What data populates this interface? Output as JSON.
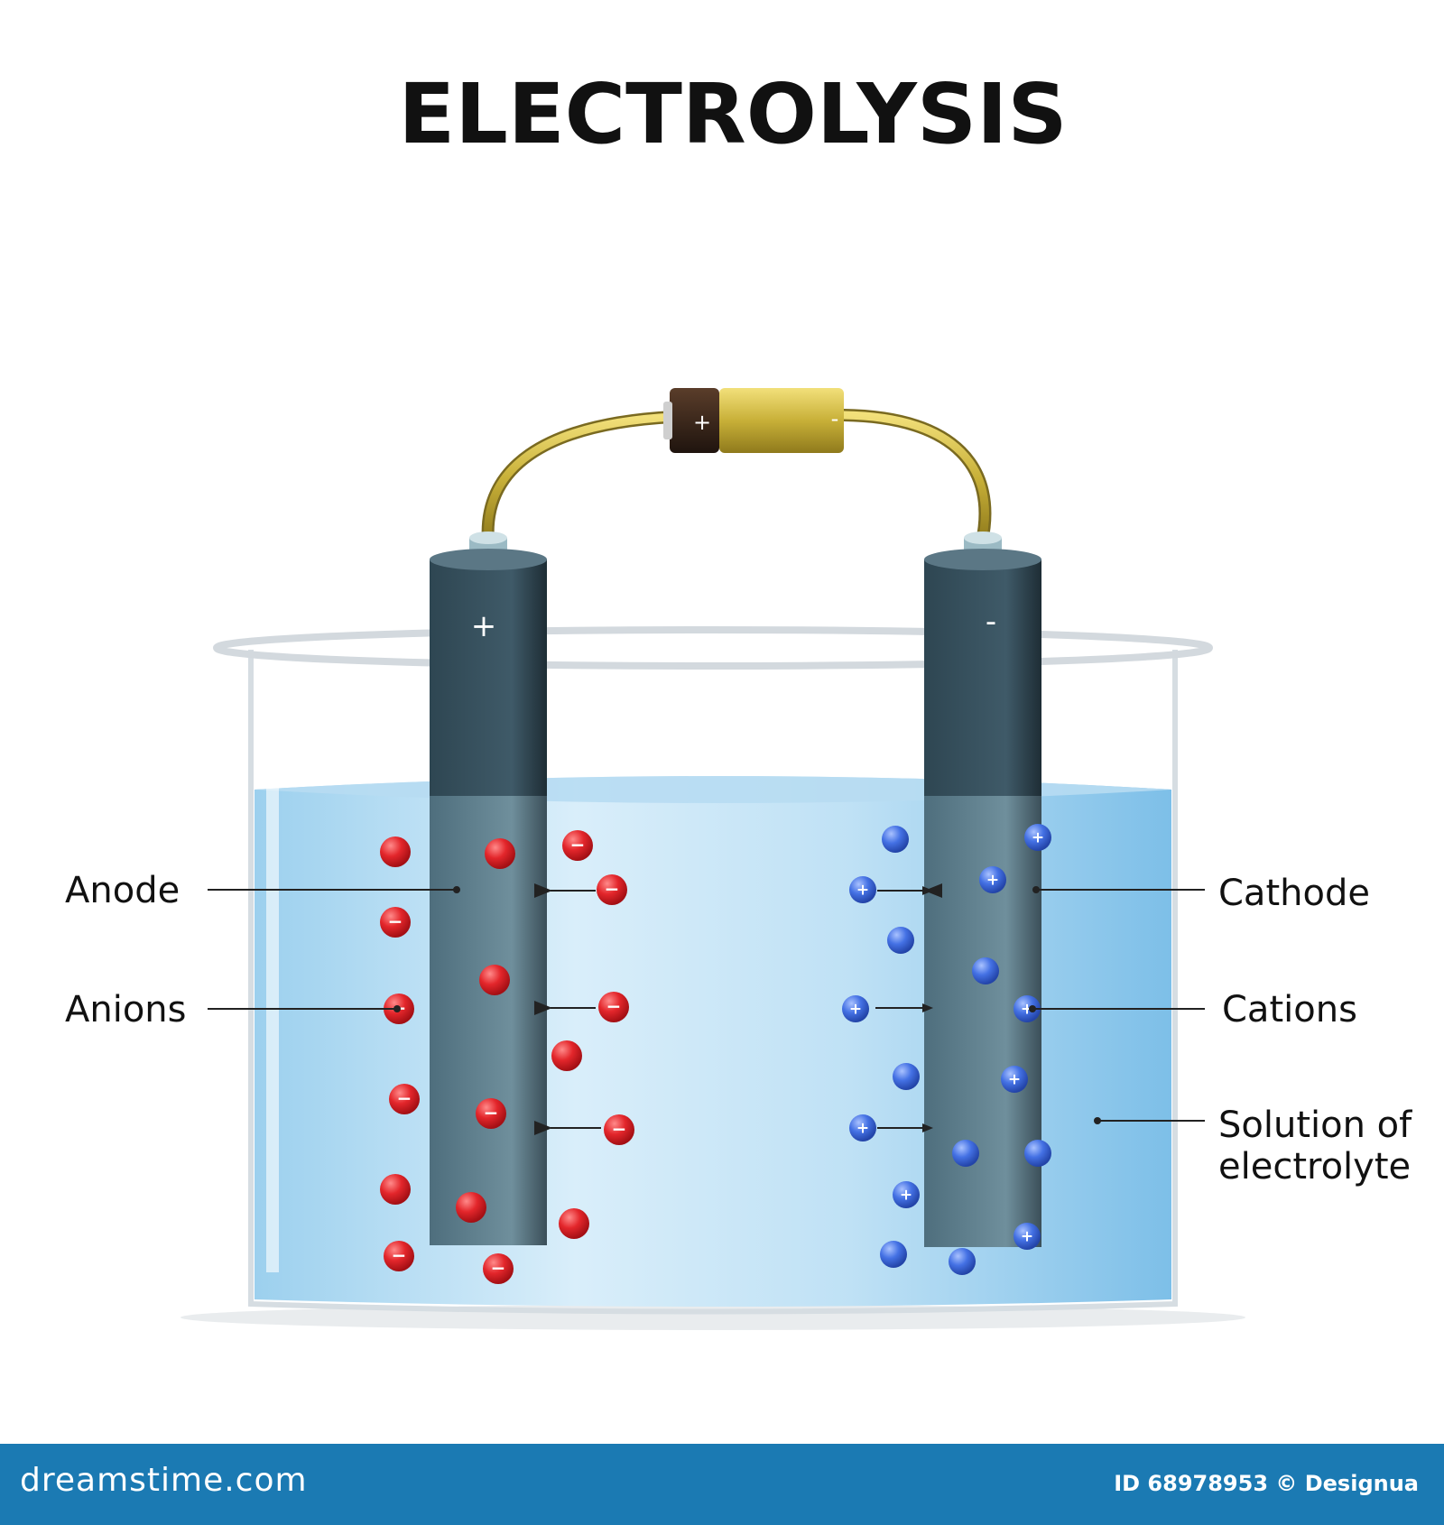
{
  "title": "ELECTROLYSIS",
  "battery": {
    "positive_sign": "+",
    "negative_sign": "-"
  },
  "electrodes": {
    "anode_sign": "+",
    "cathode_sign": "-"
  },
  "labels": {
    "anode": "Anode",
    "anions": "Anions",
    "cathode": "Cathode",
    "cations": "Cations",
    "solution_line1": "Solution of",
    "solution_line2": "electrolyte"
  },
  "ions": {
    "anion_color": "#e0242a",
    "cation_color": "#3f6ee0",
    "anion_sign": "−",
    "cation_sign": "+"
  },
  "colors": {
    "solution": "#9fd4f0",
    "electrode": "#4f6b78",
    "wire": "#c9b24a"
  },
  "footer": {
    "site": "dreamstime.com",
    "credit": "ID 68978953 © Designua"
  }
}
